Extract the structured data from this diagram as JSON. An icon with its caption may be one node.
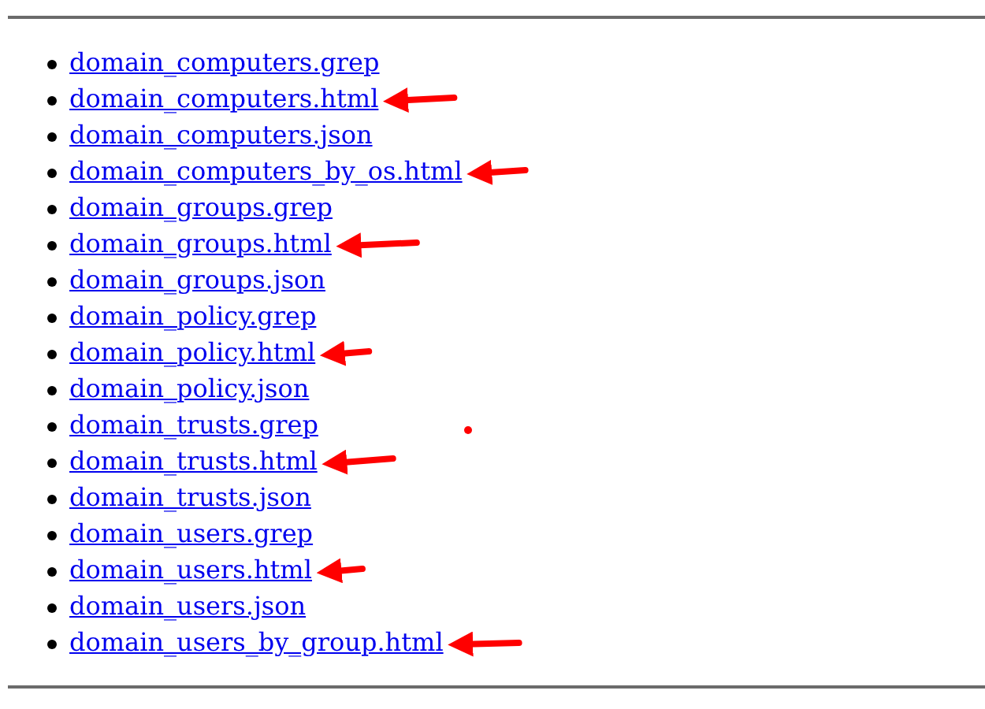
{
  "diagram": {
    "nodes": [
      {
        "text": [
          "domain_computers.grep"
        ]
      },
      {
        "text": [
          "domain_computers.html"
        ]
      },
      {
        "text": [
          "domain_computers.json"
        ]
      },
      {
        "text": [
          "domain_computers_by_os.html"
        ]
      },
      {
        "text": [
          "domain_groups.grep"
        ]
      },
      {
        "text": [
          "domain_groups.html"
        ]
      },
      {
        "text": [
          "domain_groups.json"
        ]
      },
      {
        "text": [
          "domain_policy.grep"
        ]
      },
      {
        "text": [
          "domain_policy.html"
        ]
      },
      {
        "text": [
          "domain_policy.json"
        ]
      },
      {
        "text": [
          "domain_trusts.grep"
        ]
      },
      {
        "text": [
          "domain_trusts.html"
        ]
      },
      {
        "text": [
          "domain_trusts.json"
        ]
      },
      {
        "text": [
          "domain_users.grep"
        ]
      },
      {
        "text": [
          "domain_users.html"
        ]
      },
      {
        "text": [
          "domain_users.json"
        ]
      },
      {
        "text": [
          "domain_users_by_group.html"
        ]
      }
    ],
    "edges": [
      {
        "from": null,
        "to": 1,
        "arrow": "to"
      },
      {
        "from": null,
        "to": 3,
        "arrow": "to"
      },
      {
        "from": null,
        "to": 5,
        "arrow": "to"
      },
      {
        "from": null,
        "to": 8,
        "arrow": "to"
      },
      {
        "from": null,
        "to": 11,
        "arrow": "to"
      },
      {
        "from": null,
        "to": 14,
        "arrow": "to"
      },
      {
        "from": null,
        "to": 16,
        "arrow": "to"
      }
    ]
  }
}
